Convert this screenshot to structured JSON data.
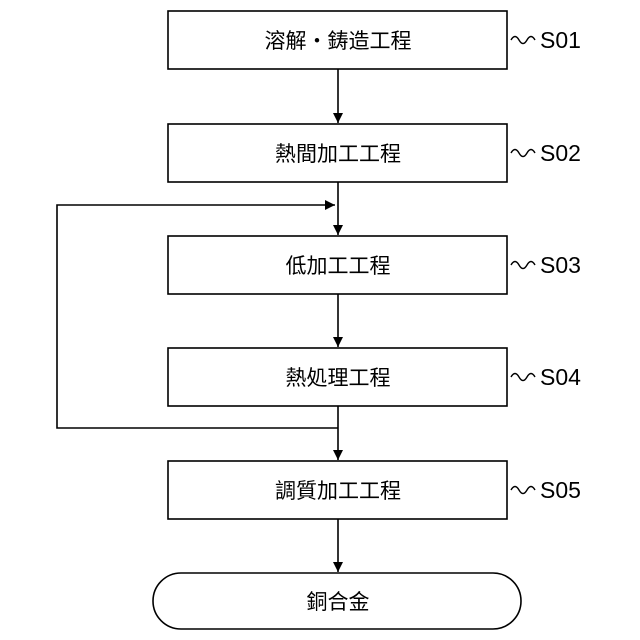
{
  "flowchart": {
    "steps": [
      {
        "label": "溶解・鋳造工程",
        "code": "S01"
      },
      {
        "label": "熱間加工工程",
        "code": "S02"
      },
      {
        "label": "低加工工程",
        "code": "S03"
      },
      {
        "label": "熱処理工程",
        "code": "S04"
      },
      {
        "label": "調質加工工程",
        "code": "S05"
      }
    ],
    "result": {
      "label": "銅合金"
    },
    "loop": {
      "from": "S04",
      "to": "S03"
    }
  }
}
